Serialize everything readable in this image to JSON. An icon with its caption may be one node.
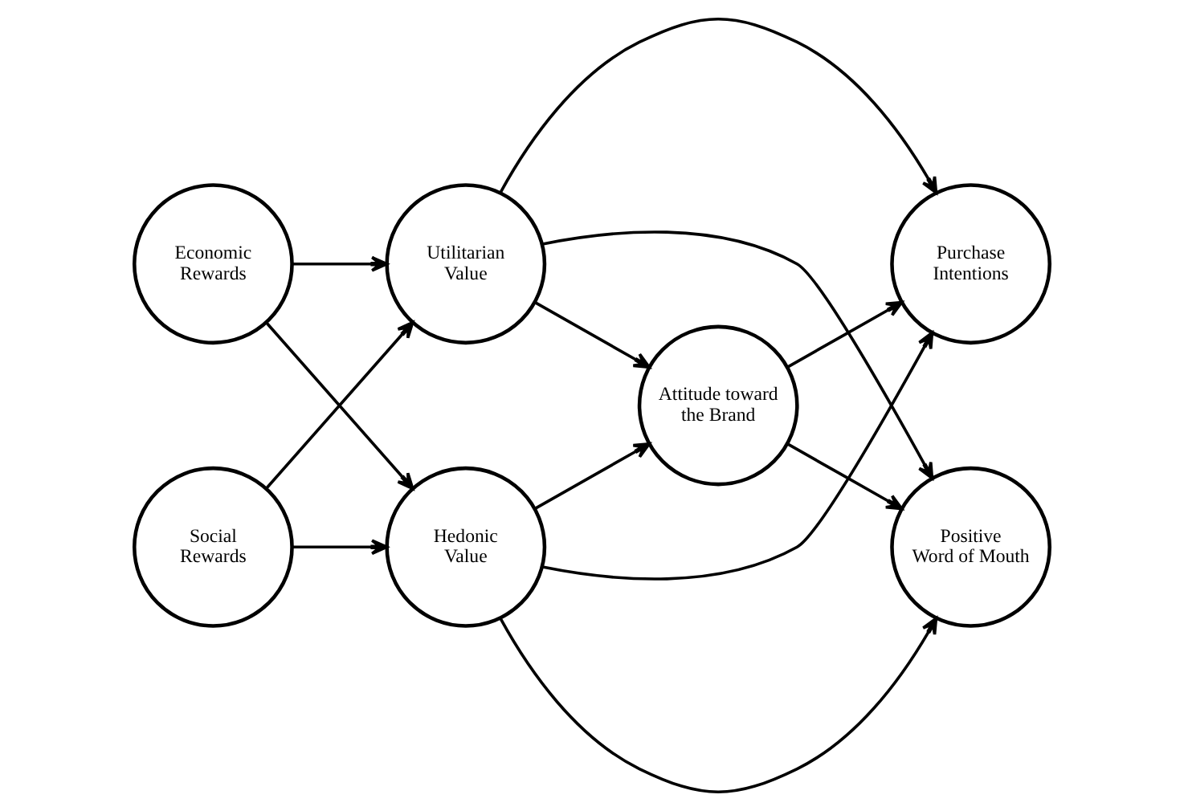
{
  "diagram": {
    "nodes": [
      {
        "text": [
          "Economic Rewards"
        ]
      },
      {
        "text": [
          "Utilitarian Value"
        ]
      },
      {
        "text": [
          "Purchase Intentions"
        ]
      },
      {
        "text": [
          "Attitude toward the Brand"
        ]
      },
      {
        "text": [
          "Social Rewards"
        ]
      },
      {
        "text": [
          "Hedonic Value"
        ]
      },
      {
        "text": [
          "Positive Word of Mouth"
        ]
      }
    ],
    "edges": [
      {
        "from": 0,
        "to": 1,
        "arrow": "to"
      },
      {
        "from": 0,
        "to": 5,
        "arrow": "to"
      },
      {
        "from": 4,
        "to": 1,
        "arrow": "to"
      },
      {
        "from": 4,
        "to": 5,
        "arrow": "to"
      },
      {
        "from": 1,
        "to": 2,
        "arrow": "to"
      },
      {
        "from": 1,
        "to": 6,
        "arrow": "to"
      },
      {
        "from": 1,
        "to": 3,
        "arrow": "to"
      },
      {
        "from": 5,
        "to": 3,
        "arrow": "to"
      },
      {
        "from": 5,
        "to": 2,
        "arrow": "to"
      },
      {
        "from": 5,
        "to": 6,
        "arrow": "to"
      },
      {
        "from": 3,
        "to": 2,
        "arrow": "to"
      },
      {
        "from": 3,
        "to": 6,
        "arrow": "to"
      }
    ]
  }
}
